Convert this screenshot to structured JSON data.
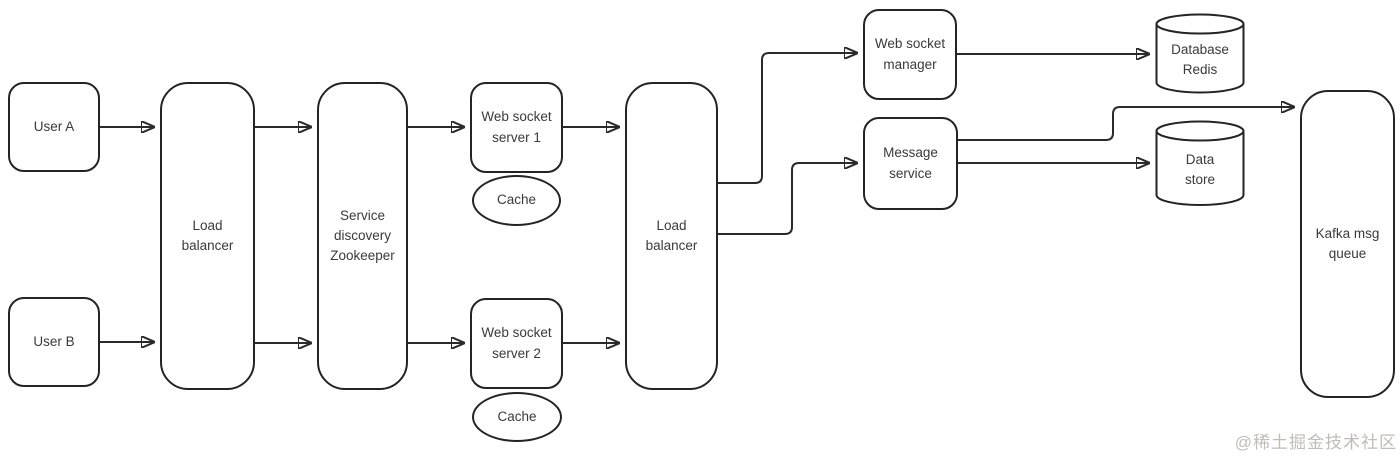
{
  "diagram": {
    "nodes": {
      "user_a": {
        "label": "User A"
      },
      "user_b": {
        "label": "User B"
      },
      "load_balancer_1": {
        "label": "Load\nbalancer"
      },
      "service_discovery": {
        "label": "Service\ndiscovery\nZookeeper"
      },
      "web_socket_server_1": {
        "label": "Web socket\nserver 1"
      },
      "cache_1": {
        "label": "Cache"
      },
      "web_socket_server_2": {
        "label": "Web socket\nserver 2"
      },
      "cache_2": {
        "label": "Cache"
      },
      "load_balancer_2": {
        "label": "Load\nbalancer"
      },
      "web_socket_manager": {
        "label": "Web socket\nmanager"
      },
      "message_service": {
        "label": "Message\nservice"
      },
      "database_redis": {
        "label": "Database\nRedis"
      },
      "data_store": {
        "label": "Data\nstore"
      },
      "kafka_msg_queue": {
        "label": "Kafka msg\nqueue"
      }
    },
    "edges": [
      {
        "from": "user_a",
        "to": "load_balancer_1"
      },
      {
        "from": "user_b",
        "to": "load_balancer_1"
      },
      {
        "from": "load_balancer_1",
        "to": "service_discovery",
        "lane": "top"
      },
      {
        "from": "load_balancer_1",
        "to": "service_discovery",
        "lane": "bottom"
      },
      {
        "from": "service_discovery",
        "to": "web_socket_server_1"
      },
      {
        "from": "service_discovery",
        "to": "web_socket_server_2"
      },
      {
        "from": "web_socket_server_1",
        "to": "load_balancer_2"
      },
      {
        "from": "web_socket_server_2",
        "to": "load_balancer_2"
      },
      {
        "from": "load_balancer_2",
        "to": "web_socket_manager"
      },
      {
        "from": "load_balancer_2",
        "to": "message_service"
      },
      {
        "from": "web_socket_manager",
        "to": "database_redis"
      },
      {
        "from": "message_service",
        "to": "kafka_msg_queue"
      },
      {
        "from": "message_service",
        "to": "data_store"
      }
    ]
  },
  "watermark": {
    "text": "@稀土掘金技术社区"
  },
  "colors": {
    "stroke": "#2a2a2a",
    "node_fill": "#ffffff",
    "text": "#3a3a3a",
    "watermark": "#b5b2ae"
  }
}
